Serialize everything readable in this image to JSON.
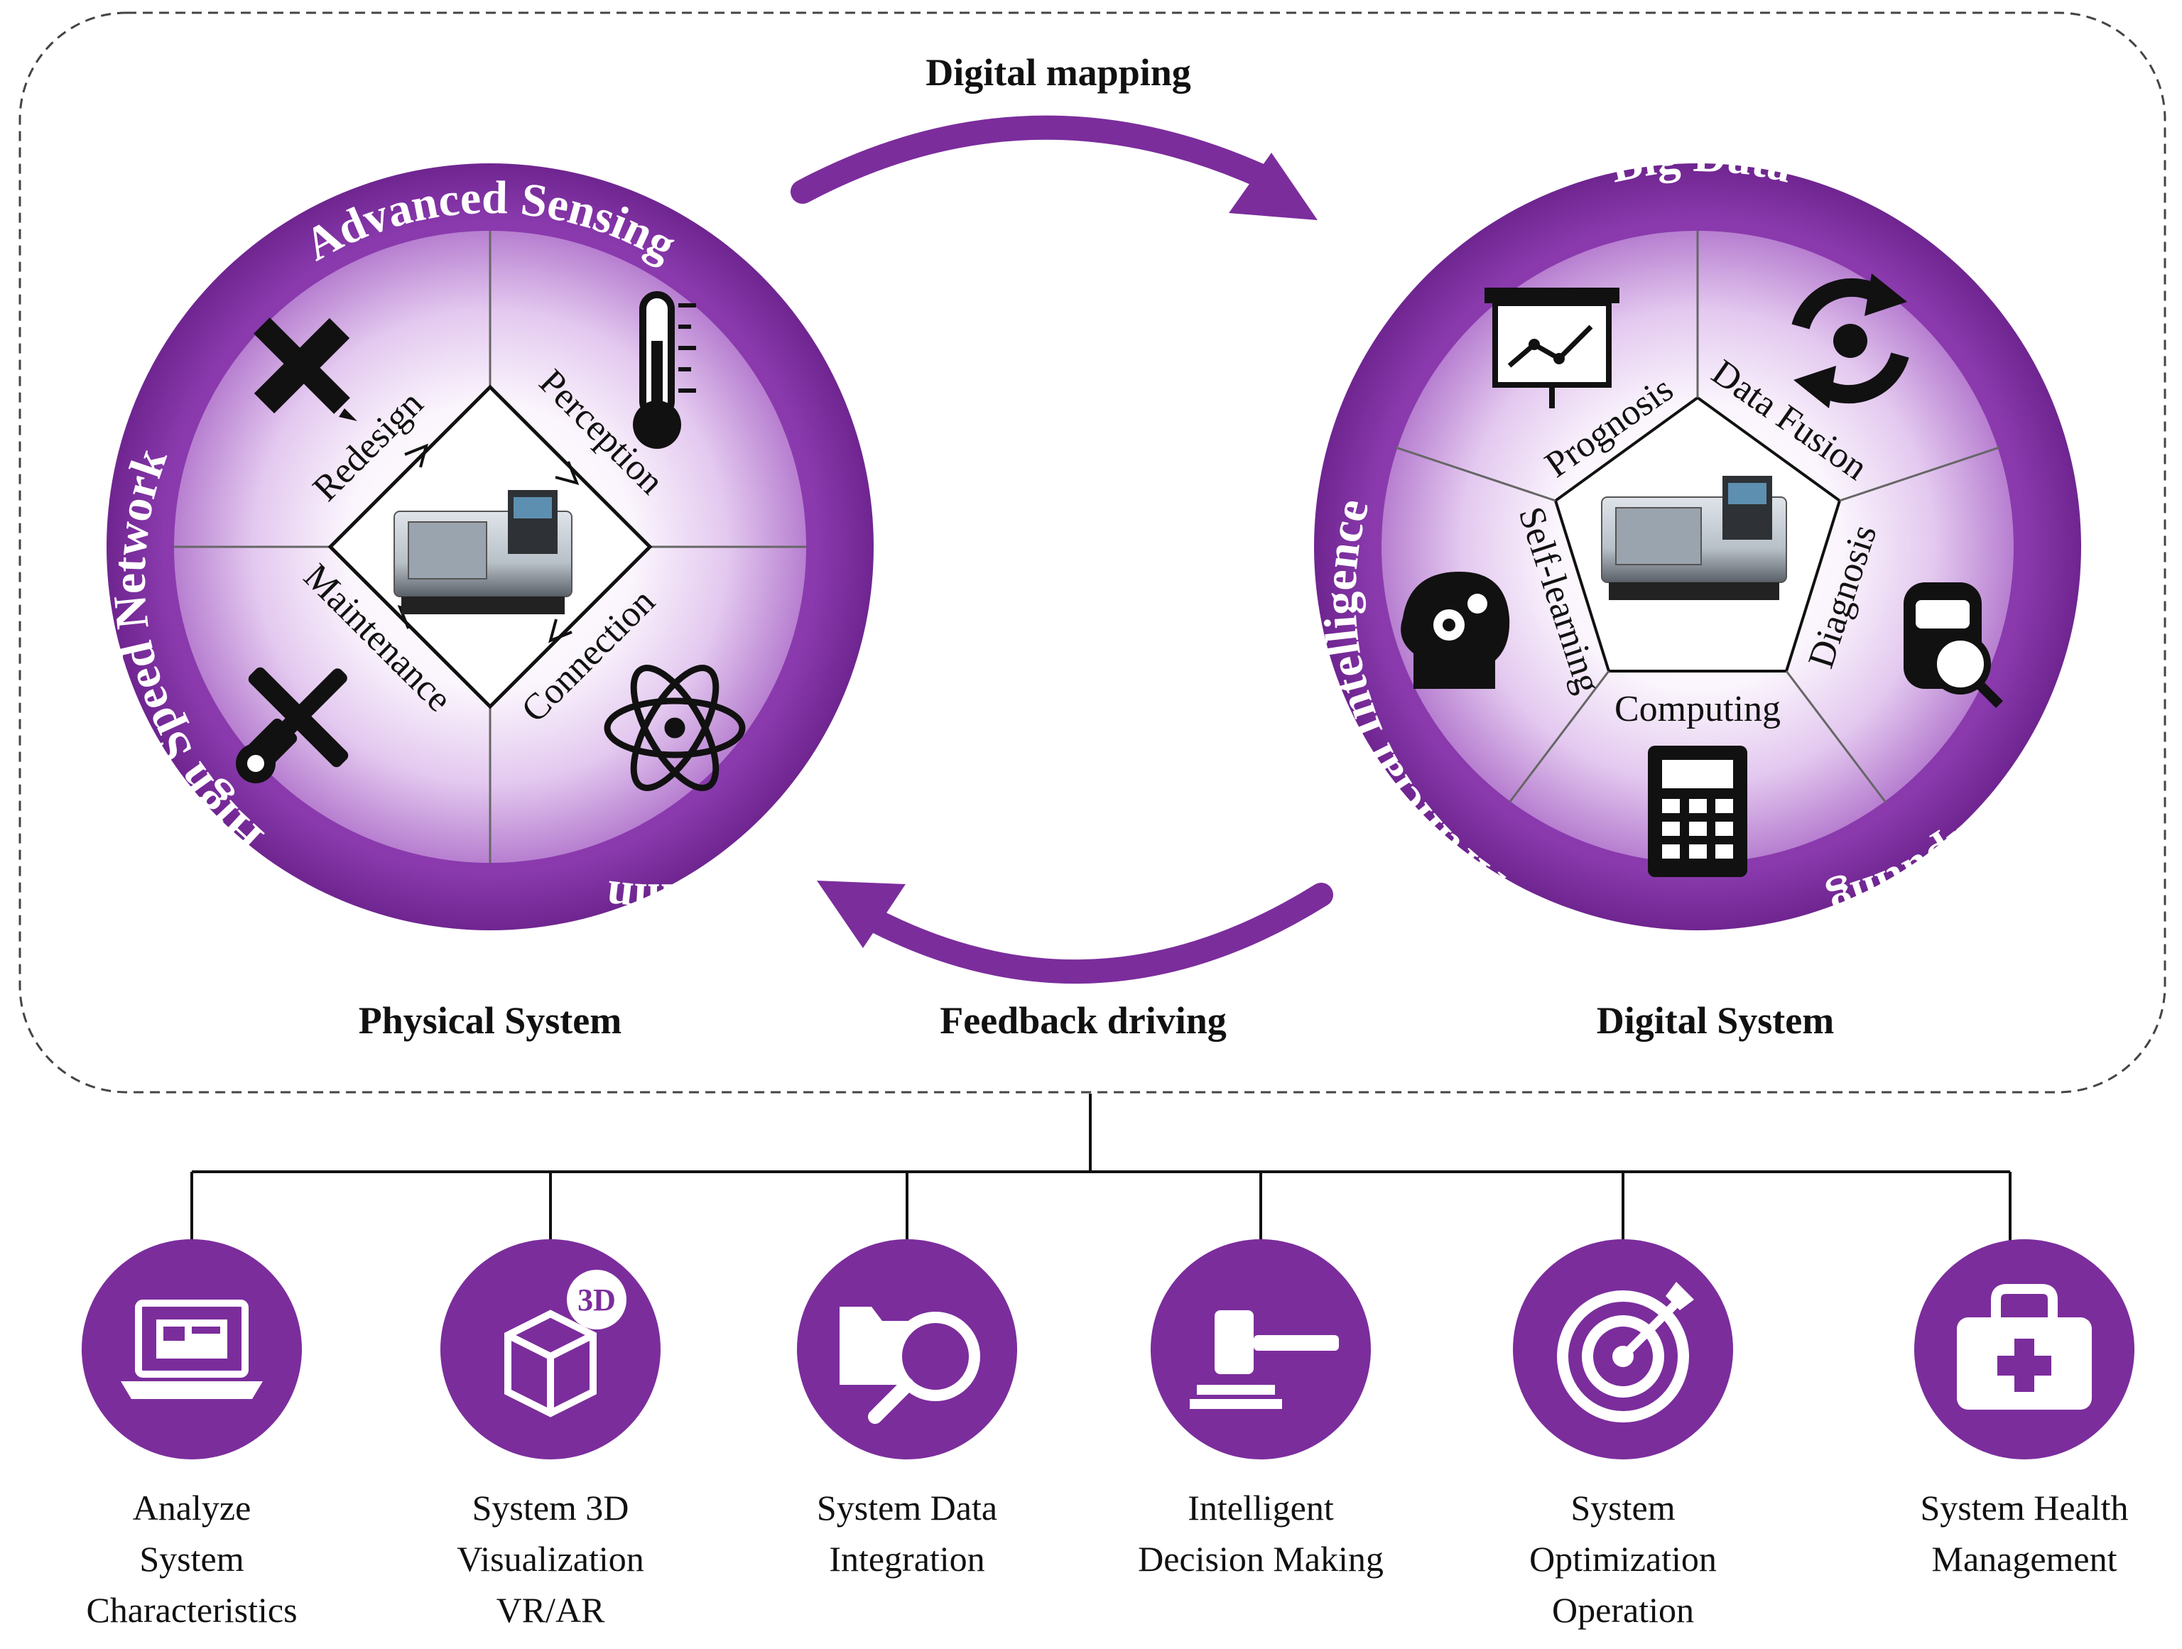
{
  "colors": {
    "purple": "#7B2D9C",
    "purple_dark": "#6a1f8a",
    "light_center": "#ffffff",
    "line": "#111111"
  },
  "arrows": {
    "top_label": "Digital mapping",
    "bottom_label": "Feedback driving"
  },
  "physical_system": {
    "title": "Physical System",
    "ring_labels": [
      "Advanced Sensing",
      "Internet of Things",
      "High Speed Network"
    ],
    "sector_labels": [
      "Redesign",
      "Perception",
      "Connection",
      "Maintenance"
    ],
    "icons": [
      "ruler-pencil-icon",
      "thermometer-icon",
      "atom-icon",
      "wrench-screwdriver-icon"
    ],
    "center_image": "cnc-machine-image"
  },
  "digital_system": {
    "title": "Digital System",
    "ring_labels": [
      "Big Data",
      "Cloud Computing",
      "Artificial Intelligence"
    ],
    "sector_labels": [
      "Prognosis",
      "Data Fusion",
      "Diagnosis",
      "Computing",
      "Self-learning"
    ],
    "icons": [
      "presentation-chart-icon",
      "fusion-cycle-icon",
      "car-diagnosis-icon",
      "calculator-icon",
      "brain-gears-icon"
    ],
    "center_image": "cnc-machine-image"
  },
  "applications": [
    {
      "lines": [
        "Analyze",
        "System",
        "Characteristics"
      ],
      "icon": "laptop-machine-icon"
    },
    {
      "lines": [
        "System 3D",
        "Visualization",
        "VR/AR"
      ],
      "icon": "cube-3d-icon",
      "icon_text": "3D"
    },
    {
      "lines": [
        "System Data",
        "Integration"
      ],
      "icon": "folder-search-icon"
    },
    {
      "lines": [
        "Intelligent",
        "Decision Making"
      ],
      "icon": "gavel-icon"
    },
    {
      "lines": [
        "System",
        "Optimization",
        "Operation"
      ],
      "icon": "target-arrow-icon"
    },
    {
      "lines": [
        "System Health",
        "Management"
      ],
      "icon": "medical-kit-icon"
    }
  ]
}
